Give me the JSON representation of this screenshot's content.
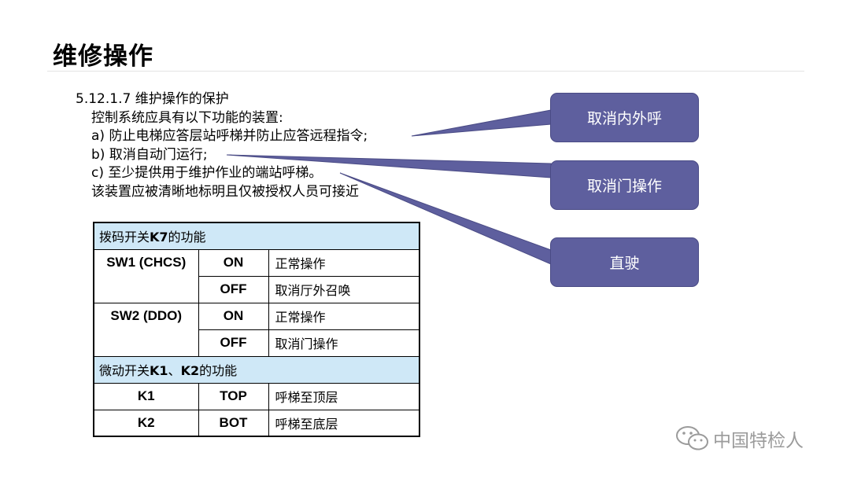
{
  "page": {
    "title": "维修操作"
  },
  "section": {
    "heading": "5.12.1.7 维护操作的保护",
    "intro": "控制系统应具有以下功能的装置:",
    "item_a": "a) 防止电梯应答层站呼梯并防止应答远程指令;",
    "item_b": "b) 取消自动门运行;",
    "item_c": "c) 至少提供用于维护作业的端站呼梯。",
    "note": "该装置应被清晰地标明且仅被授权人员可接近"
  },
  "callouts": {
    "cancel_calls": "取消内外呼",
    "cancel_door": "取消门操作",
    "direct": "直驶"
  },
  "table": {
    "section1_header": {
      "prefix": "拨码开关",
      "bold": "K7",
      "suffix": "的功能"
    },
    "sw1": {
      "name": "SW1 (CHCS)",
      "on": "ON",
      "on_desc": "正常操作",
      "off": "OFF",
      "off_desc": "取消厅外召唤"
    },
    "sw2": {
      "name": "SW2 (DDO)",
      "on": "ON",
      "on_desc": "正常操作",
      "off": "OFF",
      "off_desc": "取消门操作"
    },
    "section2_header": {
      "prefix": "微动开关",
      "bold1": "K1",
      "sep": "、",
      "bold2": "K2",
      "suffix": "的功能"
    },
    "k1": {
      "name": "K1",
      "pos": "TOP",
      "desc": "呼梯至顶层"
    },
    "k2": {
      "name": "K2",
      "pos": "BOT",
      "desc": "呼梯至底层"
    }
  },
  "watermark": {
    "text": "中国特检人",
    "icon": "wechat-icon"
  },
  "colors": {
    "callout_fill": "#5e5f9e",
    "table_header_fill": "#cfe8f7"
  }
}
